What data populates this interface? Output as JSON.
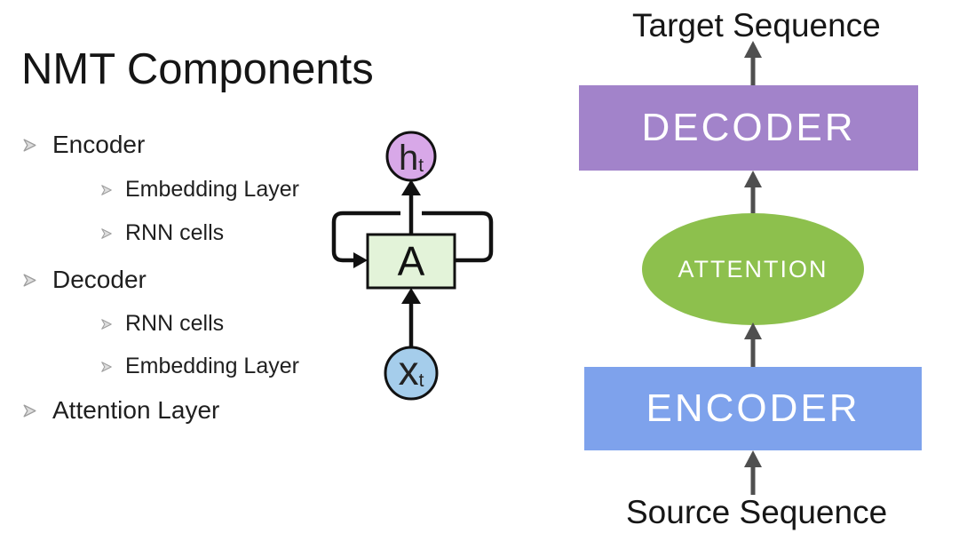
{
  "slide": {
    "title": "NMT Components",
    "bullets": [
      {
        "label": "Encoder"
      },
      {
        "label": "Embedding Layer"
      },
      {
        "label": "RNN cells"
      },
      {
        "label": "Decoder"
      },
      {
        "label": "RNN cells"
      },
      {
        "label": "Embedding Layer"
      },
      {
        "label": "Attention Layer"
      }
    ]
  },
  "rnn_cell_diagram": {
    "hidden_state": {
      "main": "h",
      "sub": "t",
      "fill": "#d8a8e8"
    },
    "cell": {
      "label": "A",
      "fill": "#e3f3d9"
    },
    "input": {
      "main": "x",
      "sub": "t",
      "fill": "#a5cdeb"
    },
    "line_color": "#111111"
  },
  "nmt_flow_diagram": {
    "target_label": "Target Sequence",
    "decoder": {
      "label": "DECODER",
      "fill": "#a283ca"
    },
    "attention": {
      "label": "ATTENTION",
      "fill": "#8dc04d"
    },
    "encoder": {
      "label": "ENCODER",
      "fill": "#7ea2ec"
    },
    "source_label": "Source Sequence",
    "arrow_color": "#4f4f4f"
  }
}
